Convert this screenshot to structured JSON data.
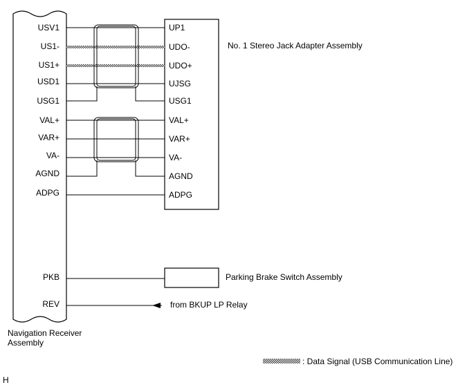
{
  "receiver": {
    "name_line1": "Navigation Receiver",
    "name_line2": "Assembly"
  },
  "jack": {
    "name": "No. 1 Stereo Jack Adapter Assembly"
  },
  "parking": {
    "name": "Parking Brake Switch Assembly"
  },
  "relay": {
    "label": "from BKUP LP Relay"
  },
  "receiver_pins": [
    "USV1",
    "US1-",
    "US1+",
    "USD1",
    "USG1",
    "VAL+",
    "VAR+",
    "VA-",
    "AGND",
    "ADPG",
    "PKB",
    "REV"
  ],
  "jack_pins": [
    "UP1",
    "UDO-",
    "UDO+",
    "UJSG",
    "USG1",
    "VAL+",
    "VAR+",
    "VA-",
    "AGND",
    "ADPG"
  ],
  "legend": {
    "text": ": Data Signal (USB Communication Line)"
  },
  "footer": {
    "code": "H"
  }
}
